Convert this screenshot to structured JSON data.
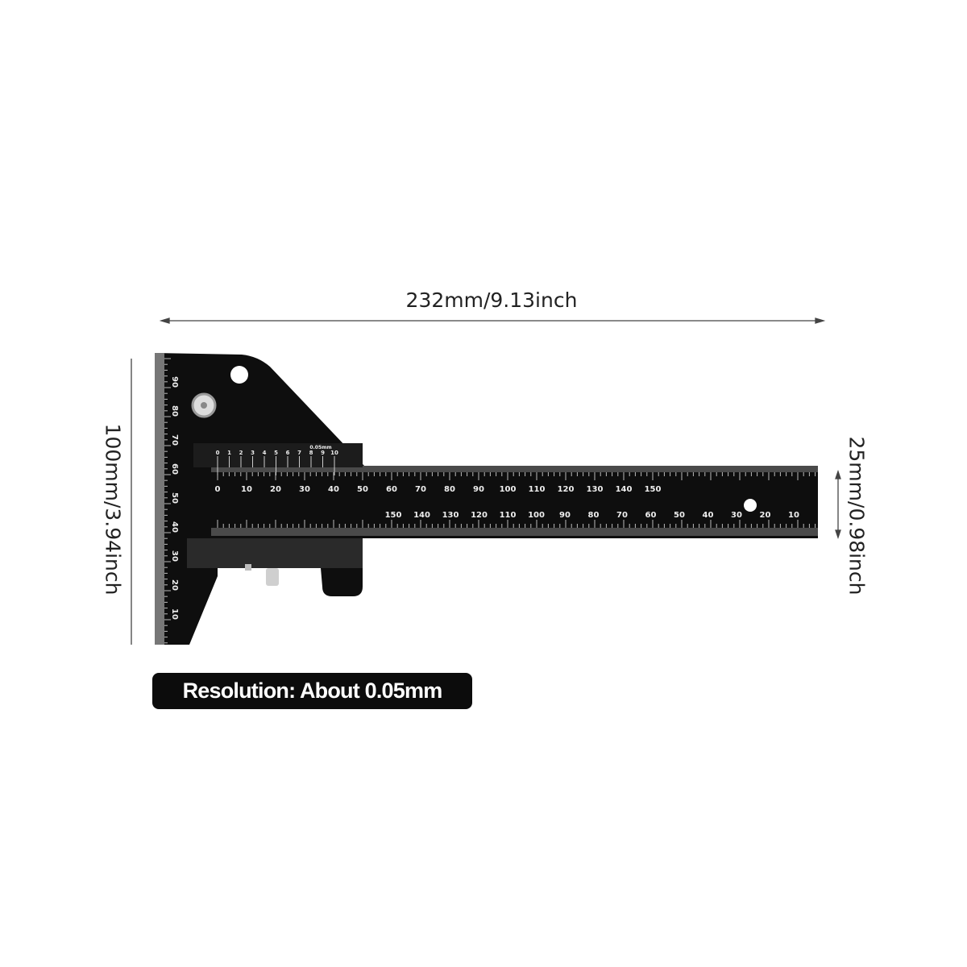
{
  "dimensions": {
    "length": "232mm/9.13inch",
    "height": "100mm/3.94inch",
    "blade_width": "25mm/0.98inch"
  },
  "badge": "Resolution: About 0.05mm",
  "scales": {
    "top": [
      "0",
      "10",
      "20",
      "30",
      "40",
      "50",
      "60",
      "70",
      "80",
      "90",
      "100",
      "110",
      "120",
      "130",
      "140",
      "150"
    ],
    "bottom": [
      "150",
      "140",
      "130",
      "120",
      "110",
      "100",
      "90",
      "80",
      "70",
      "60",
      "50",
      "40",
      "30",
      "20",
      "10"
    ],
    "vertical": [
      "90",
      "80",
      "70",
      "60",
      "50",
      "40",
      "30",
      "20",
      "10"
    ],
    "vernier": [
      "0",
      "1",
      "2",
      "3",
      "4",
      "5",
      "6",
      "7",
      "8",
      "9",
      "10"
    ],
    "vernier_unit": "0.05mm"
  },
  "colors": {
    "body": "#0d0d0d",
    "edge": "#6b6b6b",
    "text": "#222222"
  }
}
